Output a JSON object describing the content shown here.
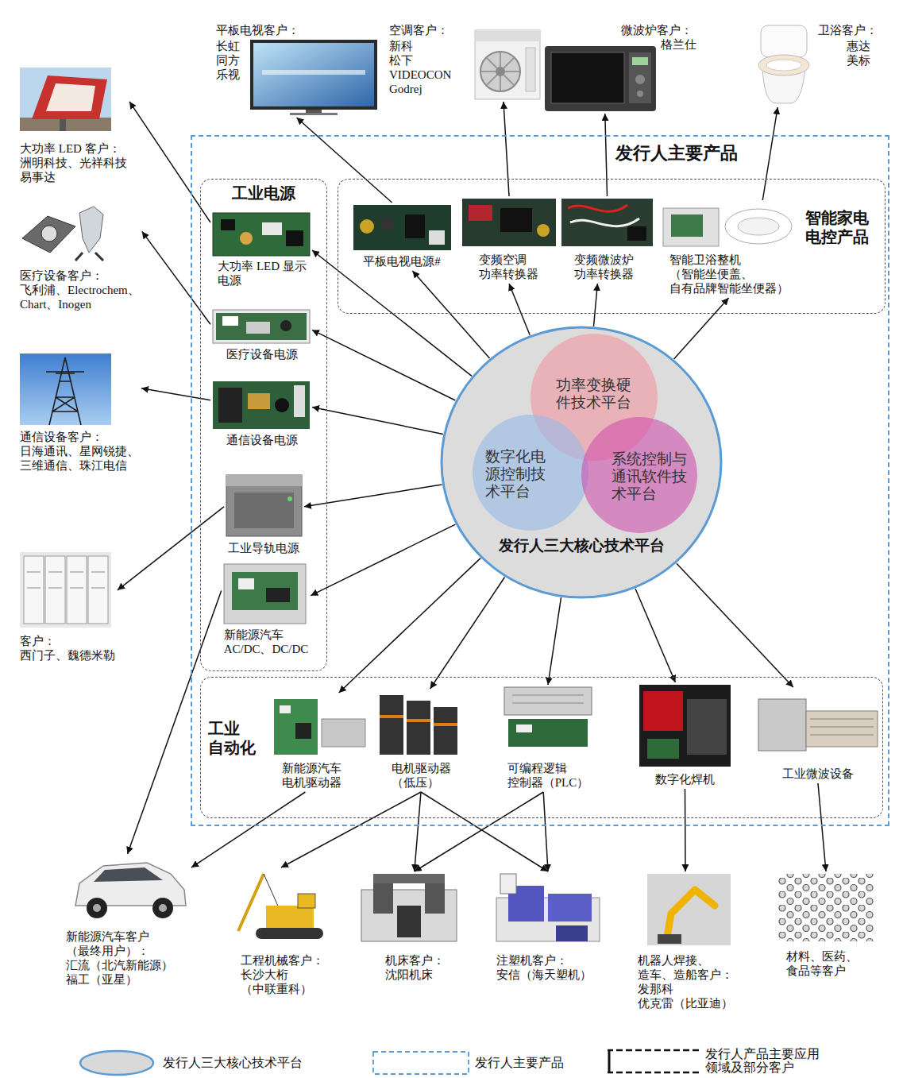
{
  "diagram": {
    "nodes": [
      {
        "text": [
          "发行人主要产品"
        ]
      },
      {
        "text": [
          "工业电源"
        ],
        "in": 0
      },
      {
        "text": [
          "大功率 LED 显示 电源"
        ],
        "in": 1
      },
      {
        "text": [
          "医疗设备电源"
        ],
        "in": 1
      },
      {
        "text": [
          "通信设备电源"
        ],
        "in": 1
      },
      {
        "text": [
          "工业导轨电源"
        ],
        "in": 1
      },
      {
        "text": [
          "新能源汽车 AC/DC、DC/DC"
        ],
        "in": 1
      },
      {
        "text": [
          "智能家电 电控产品"
        ],
        "in": 0
      },
      {
        "text": [
          "平板电视电源#"
        ],
        "in": 7
      },
      {
        "text": [
          "变频空调 功率转换器"
        ],
        "in": 7
      },
      {
        "text": [
          "变频微波炉 功率转换器"
        ],
        "in": 7
      },
      {
        "text": [
          "智能卫浴整机 （智能坐便盖、 自有品牌智能坐便器）"
        ],
        "in": 7
      },
      {
        "text": [
          "发行人三大核心技术平台"
        ],
        "in": 0
      },
      {
        "text": [
          "功率变换硬件技术平台"
        ],
        "in": 12
      },
      {
        "text": [
          "数字化电源控制技术平台"
        ],
        "in": 12
      },
      {
        "text": [
          "系统控制与通讯软件技术平台"
        ],
        "in": 12
      },
      {
        "text": [
          "工业 自动化"
        ],
        "in": 0
      },
      {
        "text": [
          "新能源汽车 电机驱动器"
        ],
        "in": 16
      },
      {
        "text": [
          "电机驱动器 （低压）"
        ],
        "in": 16
      },
      {
        "text": [
          "可编程逻辑 控制器（PLC）"
        ],
        "in": 16
      },
      {
        "text": [
          "数字化焊机"
        ],
        "in": 16
      },
      {
        "text": [
          "工业微波设备"
        ],
        "in": 16
      },
      {
        "text": [
          "平板电视客户：",
          "长虹 同方 乐视"
        ]
      },
      {
        "text": [
          "空调客户：",
          "新科 松下 VIDEOCON Godrej"
        ]
      },
      {
        "text": [
          "微波炉客户：",
          "格兰仕"
        ]
      },
      {
        "text": [
          "卫浴客户：",
          "惠达 美标"
        ]
      },
      {
        "text": [
          "大功率 LED 客户：",
          "洲明科技、光祥科技 易事达"
        ]
      },
      {
        "text": [
          "医疗设备客户：",
          "飞利浦、Electrochem、 Chart、Inogen"
        ]
      },
      {
        "text": [
          "通信设备客户：",
          "日海通讯、星网锐捷、 三维通信、珠江电信"
        ]
      },
      {
        "text": [
          "客户：",
          "西门子、魏德米勒"
        ]
      },
      {
        "text": [
          "新能源汽车客户 （最终用户）：",
          "汇流（北汽新能源） 福工（亚星）"
        ]
      },
      {
        "text": [
          "工程机械客户：",
          "长沙大桁 （中联重科）"
        ]
      },
      {
        "text": [
          "机床客户：",
          "沈阳机床"
        ]
      },
      {
        "text": [
          "注塑机客户：",
          "安信（海天塑机）"
        ]
      },
      {
        "text": [
          "机器人焊接、 造车、造船客户：",
          "发那科 优克雷（比亚迪）"
        ]
      },
      {
        "text": [
          "材料、医药、 食品等客户"
        ]
      }
    ],
    "edges": [
      {
        "from": 12,
        "to": 2,
        "arrow": "to"
      },
      {
        "from": 12,
        "to": 3,
        "arrow": "to"
      },
      {
        "from": 12,
        "to": 4,
        "arrow": "to"
      },
      {
        "from": 12,
        "to": 5,
        "arrow": "to"
      },
      {
        "from": 12,
        "to": 6,
        "arrow": "to"
      },
      {
        "from": 12,
        "to": 8,
        "arrow": "to"
      },
      {
        "from": 12,
        "to": 9,
        "arrow": "to"
      },
      {
        "from": 12,
        "to": 10,
        "arrow": "to"
      },
      {
        "from": 12,
        "to": 11,
        "arrow": "to"
      },
      {
        "from": 12,
        "to": 17,
        "arrow": "to"
      },
      {
        "from": 12,
        "to": 18,
        "arrow": "to"
      },
      {
        "from": 12,
        "to": 19,
        "arrow": "to"
      },
      {
        "from": 12,
        "to": 20,
        "arrow": "to"
      },
      {
        "from": 12,
        "to": 21,
        "arrow": "to"
      },
      {
        "from": 2,
        "to": 26,
        "arrow": "to"
      },
      {
        "from": 3,
        "to": 27,
        "arrow": "to"
      },
      {
        "from": 4,
        "to": 28,
        "arrow": "to"
      },
      {
        "from": 5,
        "to": 29,
        "arrow": "to"
      },
      {
        "from": 6,
        "to": 30,
        "arrow": "to"
      },
      {
        "from": 17,
        "to": 30,
        "arrow": "to"
      },
      {
        "from": 8,
        "to": 22,
        "arrow": "to"
      },
      {
        "from": 9,
        "to": 23,
        "arrow": "to"
      },
      {
        "from": 10,
        "to": 24,
        "arrow": "to"
      },
      {
        "from": 11,
        "to": 25,
        "arrow": "to"
      },
      {
        "from": 18,
        "to": 31,
        "arrow": "to"
      },
      {
        "from": 18,
        "to": 32,
        "arrow": "to"
      },
      {
        "from": 18,
        "to": 33,
        "arrow": "to"
      },
      {
        "from": 19,
        "to": 32,
        "arrow": "to"
      },
      {
        "from": 19,
        "to": 33,
        "arrow": "to"
      },
      {
        "from": 20,
        "to": 34,
        "arrow": "to"
      },
      {
        "from": 21,
        "to": 35,
        "arrow": "to"
      }
    ],
    "legend": [
      {
        "text": "发行人三大核心技术平台"
      },
      {
        "text": "发行人主要产品"
      },
      {
        "text": "发行人产品主要应用 领域及部分客户"
      }
    ]
  }
}
